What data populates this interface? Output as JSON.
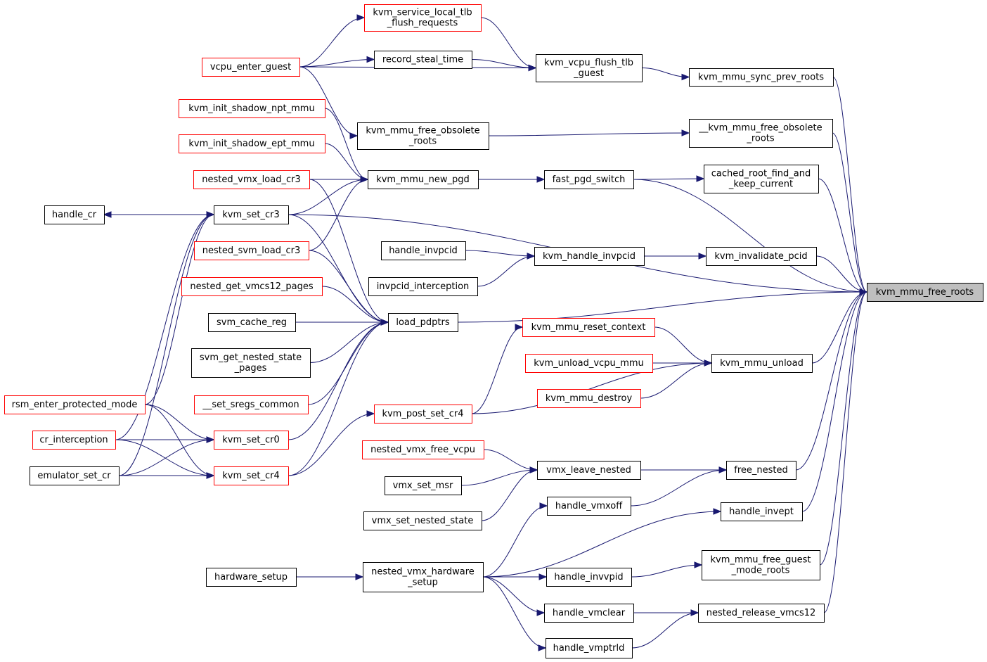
{
  "graph": {
    "root": "root",
    "colors": {
      "edge": "#191970",
      "border_default": "#000000",
      "border_truncated": "#ff0000",
      "root_fill": "#bfbfbf",
      "node_fill": "#ffffff"
    },
    "nodes": {
      "root": {
        "lines": [
          "kvm_mmu_free_roots"
        ],
        "style": "root"
      },
      "sync_prev": {
        "lines": [
          "kvm_mmu_sync_prev_roots"
        ],
        "style": "normal"
      },
      "flush_tlb_guest": {
        "lines": [
          "kvm_vcpu_flush_tlb",
          "_guest"
        ],
        "style": "normal"
      },
      "service_local_tlb": {
        "lines": [
          "kvm_service_local_tlb",
          "_flush_requests"
        ],
        "style": "truncated"
      },
      "record_steal_time": {
        "lines": [
          "record_steal_time"
        ],
        "style": "normal"
      },
      "vcpu_enter_guest": {
        "lines": [
          "vcpu_enter_guest"
        ],
        "style": "truncated"
      },
      "free_obsolete_inner": {
        "lines": [
          "__kvm_mmu_free_obsolete",
          "_roots"
        ],
        "style": "normal"
      },
      "free_obsolete": {
        "lines": [
          "kvm_mmu_free_obsolete",
          "_roots"
        ],
        "style": "normal"
      },
      "init_shadow_npt": {
        "lines": [
          "kvm_init_shadow_npt_mmu"
        ],
        "style": "truncated"
      },
      "init_shadow_ept": {
        "lines": [
          "kvm_init_shadow_ept_mmu"
        ],
        "style": "truncated"
      },
      "nested_vmx_load_cr3": {
        "lines": [
          "nested_vmx_load_cr3"
        ],
        "style": "truncated"
      },
      "new_pgd": {
        "lines": [
          "kvm_mmu_new_pgd"
        ],
        "style": "normal"
      },
      "fast_pgd_switch": {
        "lines": [
          "fast_pgd_switch"
        ],
        "style": "normal"
      },
      "cached_root": {
        "lines": [
          "cached_root_find_and",
          "_keep_current"
        ],
        "style": "normal"
      },
      "handle_cr": {
        "lines": [
          "handle_cr"
        ],
        "style": "normal"
      },
      "set_cr3": {
        "lines": [
          "kvm_set_cr3"
        ],
        "style": "normal"
      },
      "nested_svm_load_cr3": {
        "lines": [
          "nested_svm_load_cr3"
        ],
        "style": "truncated"
      },
      "handle_invpcid": {
        "lines": [
          "handle_invpcid"
        ],
        "style": "normal"
      },
      "invpcid_interception": {
        "lines": [
          "invpcid_interception"
        ],
        "style": "normal"
      },
      "kvm_handle_invpcid": {
        "lines": [
          "kvm_handle_invpcid"
        ],
        "style": "normal"
      },
      "invalidate_pcid": {
        "lines": [
          "kvm_invalidate_pcid"
        ],
        "style": "normal"
      },
      "get_vmcs12_pages": {
        "lines": [
          "nested_get_vmcs12_pages"
        ],
        "style": "truncated"
      },
      "svm_cache_reg": {
        "lines": [
          "svm_cache_reg"
        ],
        "style": "normal"
      },
      "svm_get_nested_state": {
        "lines": [
          "svm_get_nested_state",
          "_pages"
        ],
        "style": "normal"
      },
      "set_sregs_common": {
        "lines": [
          "__set_sregs_common"
        ],
        "style": "truncated"
      },
      "load_pdptrs": {
        "lines": [
          "load_pdptrs"
        ],
        "style": "normal"
      },
      "reset_context": {
        "lines": [
          "kvm_mmu_reset_context"
        ],
        "style": "truncated"
      },
      "unload_vcpu_mmu": {
        "lines": [
          "kvm_unload_vcpu_mmu"
        ],
        "style": "truncated"
      },
      "mmu_destroy": {
        "lines": [
          "kvm_mmu_destroy"
        ],
        "style": "truncated"
      },
      "mmu_unload": {
        "lines": [
          "kvm_mmu_unload"
        ],
        "style": "normal"
      },
      "rsm_enter": {
        "lines": [
          "rsm_enter_protected_mode"
        ],
        "style": "truncated"
      },
      "cr_interception": {
        "lines": [
          "cr_interception"
        ],
        "style": "truncated"
      },
      "emulator_set_cr": {
        "lines": [
          "emulator_set_cr"
        ],
        "style": "normal"
      },
      "set_cr0": {
        "lines": [
          "kvm_set_cr0"
        ],
        "style": "truncated"
      },
      "set_cr4": {
        "lines": [
          "kvm_set_cr4"
        ],
        "style": "truncated"
      },
      "post_set_cr4": {
        "lines": [
          "kvm_post_set_cr4"
        ],
        "style": "truncated"
      },
      "nested_vmx_free_vcpu": {
        "lines": [
          "nested_vmx_free_vcpu"
        ],
        "style": "truncated"
      },
      "vmx_set_msr": {
        "lines": [
          "vmx_set_msr"
        ],
        "style": "normal"
      },
      "vmx_set_nested_state": {
        "lines": [
          "vmx_set_nested_state"
        ],
        "style": "normal"
      },
      "vmx_leave_nested": {
        "lines": [
          "vmx_leave_nested"
        ],
        "style": "normal"
      },
      "free_nested": {
        "lines": [
          "free_nested"
        ],
        "style": "normal"
      },
      "handle_vmxoff": {
        "lines": [
          "handle_vmxoff"
        ],
        "style": "normal"
      },
      "handle_invept": {
        "lines": [
          "handle_invept"
        ],
        "style": "normal"
      },
      "hardware_setup": {
        "lines": [
          "hardware_setup"
        ],
        "style": "normal"
      },
      "nested_hw_setup": {
        "lines": [
          "nested_vmx_hardware",
          "_setup"
        ],
        "style": "normal"
      },
      "handle_invvpid": {
        "lines": [
          "handle_invvpid"
        ],
        "style": "normal"
      },
      "free_guest_mode": {
        "lines": [
          "kvm_mmu_free_guest",
          "_mode_roots"
        ],
        "style": "normal"
      },
      "handle_vmclear": {
        "lines": [
          "handle_vmclear"
        ],
        "style": "normal"
      },
      "release_vmcs12": {
        "lines": [
          "nested_release_vmcs12"
        ],
        "style": "normal"
      },
      "handle_vmptrld": {
        "lines": [
          "handle_vmptrld"
        ],
        "style": "normal"
      }
    },
    "edges": [
      [
        "sync_prev",
        "root"
      ],
      [
        "free_obsolete_inner",
        "root"
      ],
      [
        "fast_pgd_switch",
        "root"
      ],
      [
        "cached_root",
        "root"
      ],
      [
        "set_cr3",
        "root"
      ],
      [
        "invalidate_pcid",
        "root"
      ],
      [
        "load_pdptrs",
        "root"
      ],
      [
        "mmu_unload",
        "root"
      ],
      [
        "free_nested",
        "root"
      ],
      [
        "handle_invept",
        "root"
      ],
      [
        "free_guest_mode",
        "root"
      ],
      [
        "release_vmcs12",
        "root"
      ],
      [
        "flush_tlb_guest",
        "sync_prev"
      ],
      [
        "service_local_tlb",
        "flush_tlb_guest"
      ],
      [
        "record_steal_time",
        "flush_tlb_guest"
      ],
      [
        "vcpu_enter_guest",
        "flush_tlb_guest"
      ],
      [
        "vcpu_enter_guest",
        "service_local_tlb"
      ],
      [
        "vcpu_enter_guest",
        "record_steal_time"
      ],
      [
        "vcpu_enter_guest",
        "free_obsolete"
      ],
      [
        "free_obsolete",
        "free_obsolete_inner"
      ],
      [
        "new_pgd",
        "fast_pgd_switch"
      ],
      [
        "fast_pgd_switch",
        "cached_root"
      ],
      [
        "init_shadow_npt",
        "new_pgd"
      ],
      [
        "init_shadow_ept",
        "new_pgd"
      ],
      [
        "nested_vmx_load_cr3",
        "new_pgd"
      ],
      [
        "set_cr3",
        "new_pgd"
      ],
      [
        "nested_svm_load_cr3",
        "new_pgd"
      ],
      [
        "set_cr3",
        "handle_cr"
      ],
      [
        "rsm_enter",
        "set_cr3"
      ],
      [
        "cr_interception",
        "set_cr3"
      ],
      [
        "emulator_set_cr",
        "set_cr3"
      ],
      [
        "handle_invpcid",
        "kvm_handle_invpcid"
      ],
      [
        "invpcid_interception",
        "kvm_handle_invpcid"
      ],
      [
        "kvm_handle_invpcid",
        "invalidate_pcid"
      ],
      [
        "nested_vmx_load_cr3",
        "load_pdptrs"
      ],
      [
        "set_cr3",
        "load_pdptrs"
      ],
      [
        "nested_svm_load_cr3",
        "load_pdptrs"
      ],
      [
        "get_vmcs12_pages",
        "load_pdptrs"
      ],
      [
        "svm_cache_reg",
        "load_pdptrs"
      ],
      [
        "svm_get_nested_state",
        "load_pdptrs"
      ],
      [
        "set_sregs_common",
        "load_pdptrs"
      ],
      [
        "set_cr0",
        "load_pdptrs"
      ],
      [
        "set_cr4",
        "load_pdptrs"
      ],
      [
        "reset_context",
        "mmu_unload"
      ],
      [
        "unload_vcpu_mmu",
        "mmu_unload"
      ],
      [
        "mmu_destroy",
        "mmu_unload"
      ],
      [
        "post_set_cr4",
        "mmu_unload"
      ],
      [
        "post_set_cr4",
        "reset_context"
      ],
      [
        "set_cr4",
        "post_set_cr4"
      ],
      [
        "rsm_enter",
        "set_cr0"
      ],
      [
        "cr_interception",
        "set_cr0"
      ],
      [
        "emulator_set_cr",
        "set_cr0"
      ],
      [
        "rsm_enter",
        "set_cr4"
      ],
      [
        "cr_interception",
        "set_cr4"
      ],
      [
        "emulator_set_cr",
        "set_cr4"
      ],
      [
        "nested_vmx_free_vcpu",
        "vmx_leave_nested"
      ],
      [
        "vmx_set_msr",
        "vmx_leave_nested"
      ],
      [
        "vmx_set_nested_state",
        "vmx_leave_nested"
      ],
      [
        "vmx_leave_nested",
        "free_nested"
      ],
      [
        "handle_vmxoff",
        "free_nested"
      ],
      [
        "nested_hw_setup",
        "handle_vmxoff"
      ],
      [
        "nested_hw_setup",
        "handle_invept"
      ],
      [
        "nested_hw_setup",
        "handle_invvpid"
      ],
      [
        "nested_hw_setup",
        "handle_vmclear"
      ],
      [
        "nested_hw_setup",
        "handle_vmptrld"
      ],
      [
        "hardware_setup",
        "nested_hw_setup"
      ],
      [
        "handle_invvpid",
        "free_guest_mode"
      ],
      [
        "handle_vmclear",
        "release_vmcs12"
      ],
      [
        "handle_vmptrld",
        "release_vmcs12"
      ]
    ]
  }
}
